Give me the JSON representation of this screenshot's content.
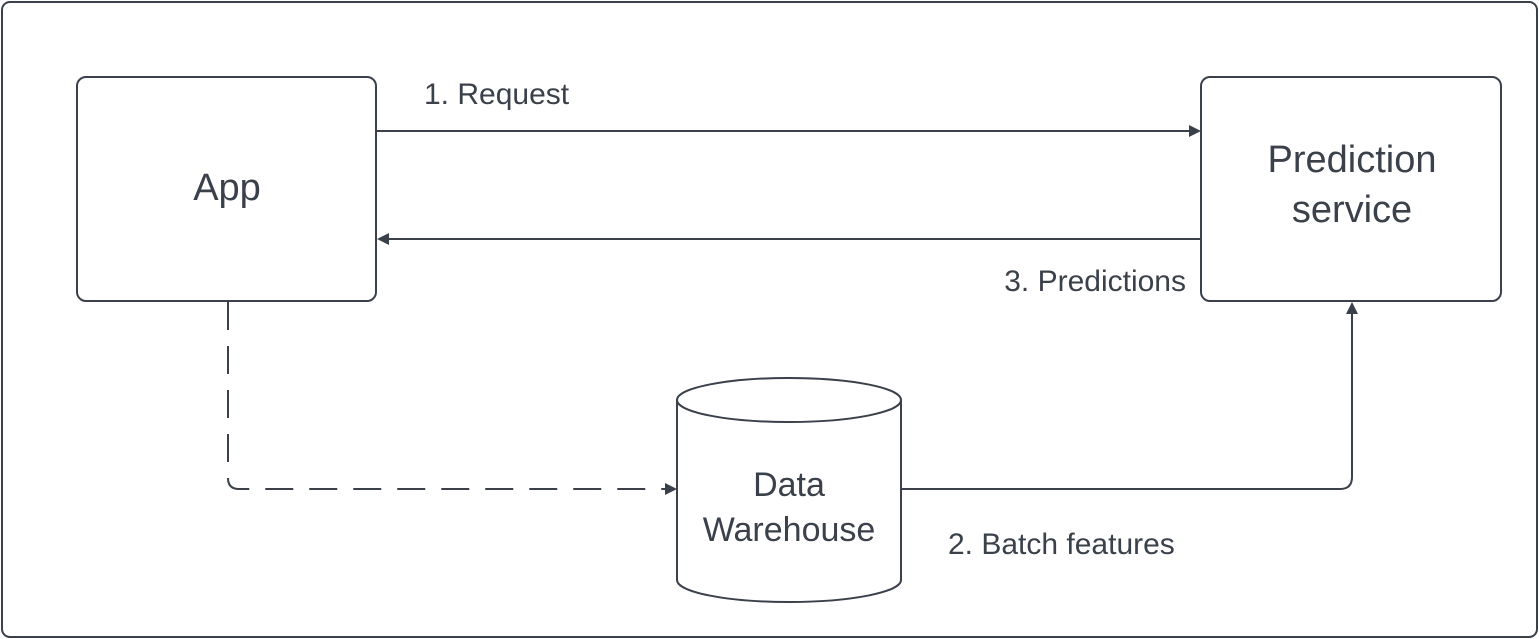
{
  "nodes": {
    "app": {
      "label": "App"
    },
    "prediction_service": {
      "line1": "Prediction",
      "line2": "service"
    },
    "data_warehouse": {
      "line1": "Data",
      "line2": "Warehouse"
    }
  },
  "edges": {
    "request": {
      "label": "1. Request"
    },
    "batch_features": {
      "label": "2. Batch features"
    },
    "predictions": {
      "label": "3. Predictions"
    }
  },
  "colors": {
    "stroke": "#3a414a",
    "background": "#ffffff"
  }
}
